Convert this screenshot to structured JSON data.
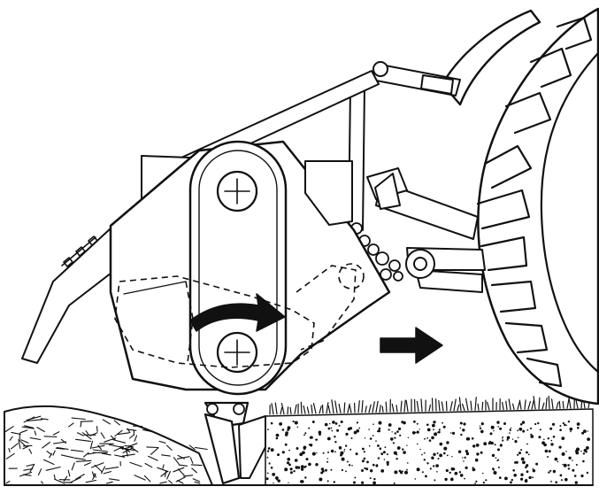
{
  "colors": {
    "ink": "#111111",
    "paper": "#ffffff"
  },
  "parts": {
    "tractor_wheel": "tractor-tire",
    "three_point_hitch": "hitch-linkage",
    "rotor_housing": "rotor-housing",
    "belt_drive": "belt-drive",
    "upper_pulley": "pulley-icon",
    "lower_pulley": "pulley-icon",
    "rotation_arrow": "curved-arrow-icon",
    "travel_direction_arrow": "right-arrow-icon",
    "flail_blade": "flail-knife",
    "cut_crop_windrow": "mulch-pile",
    "standing_grass": "grass-stubble",
    "rear_deflector": "deflector-flap"
  }
}
